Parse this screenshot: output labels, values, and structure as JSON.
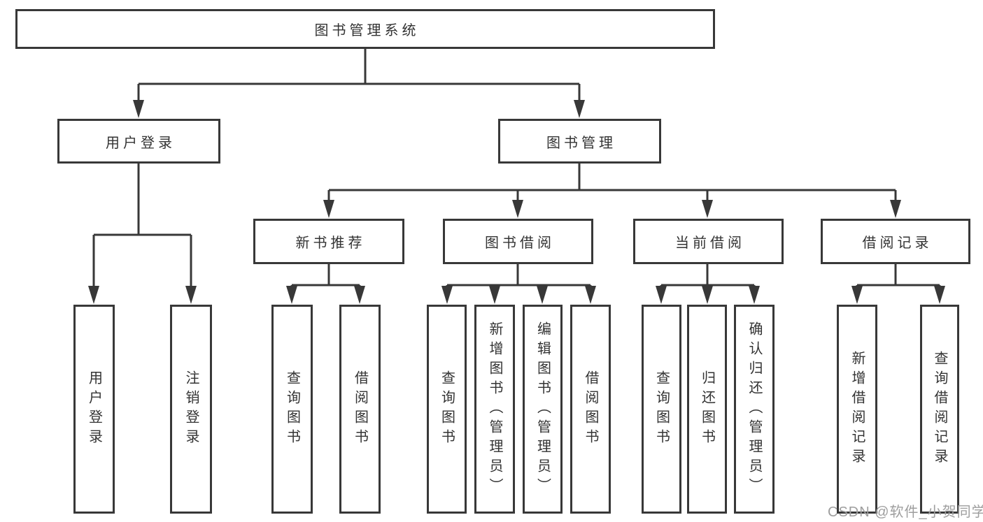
{
  "diagram_title": "图书管理系统",
  "tree": {
    "label": "图书管理系统",
    "children": [
      {
        "label": "用户登录",
        "children": [
          {
            "label": "用户登录"
          },
          {
            "label": "注销登录"
          }
        ]
      },
      {
        "label": "图书管理",
        "children": [
          {
            "label": "新书推荐",
            "children": [
              {
                "label": "查询图书"
              },
              {
                "label": "借阅图书"
              }
            ]
          },
          {
            "label": "图书借阅",
            "children": [
              {
                "label": "查询图书"
              },
              {
                "label": "新增图书（管理员）"
              },
              {
                "label": "编辑图书（管理员）"
              },
              {
                "label": "借阅图书"
              }
            ]
          },
          {
            "label": "当前借阅",
            "children": [
              {
                "label": "查询图书"
              },
              {
                "label": "归还图书"
              },
              {
                "label": "确认归还（管理员）"
              }
            ]
          },
          {
            "label": "借阅记录",
            "children": [
              {
                "label": "新增借阅记录"
              },
              {
                "label": "查询借阅记录"
              }
            ]
          }
        ]
      }
    ]
  },
  "watermark": "CSDN @软件_小贺同学",
  "colors": {
    "line": "#383838",
    "box_border": "#383838",
    "text": "#333333",
    "watermark": "#9e9e9e",
    "background": "#ffffff"
  }
}
